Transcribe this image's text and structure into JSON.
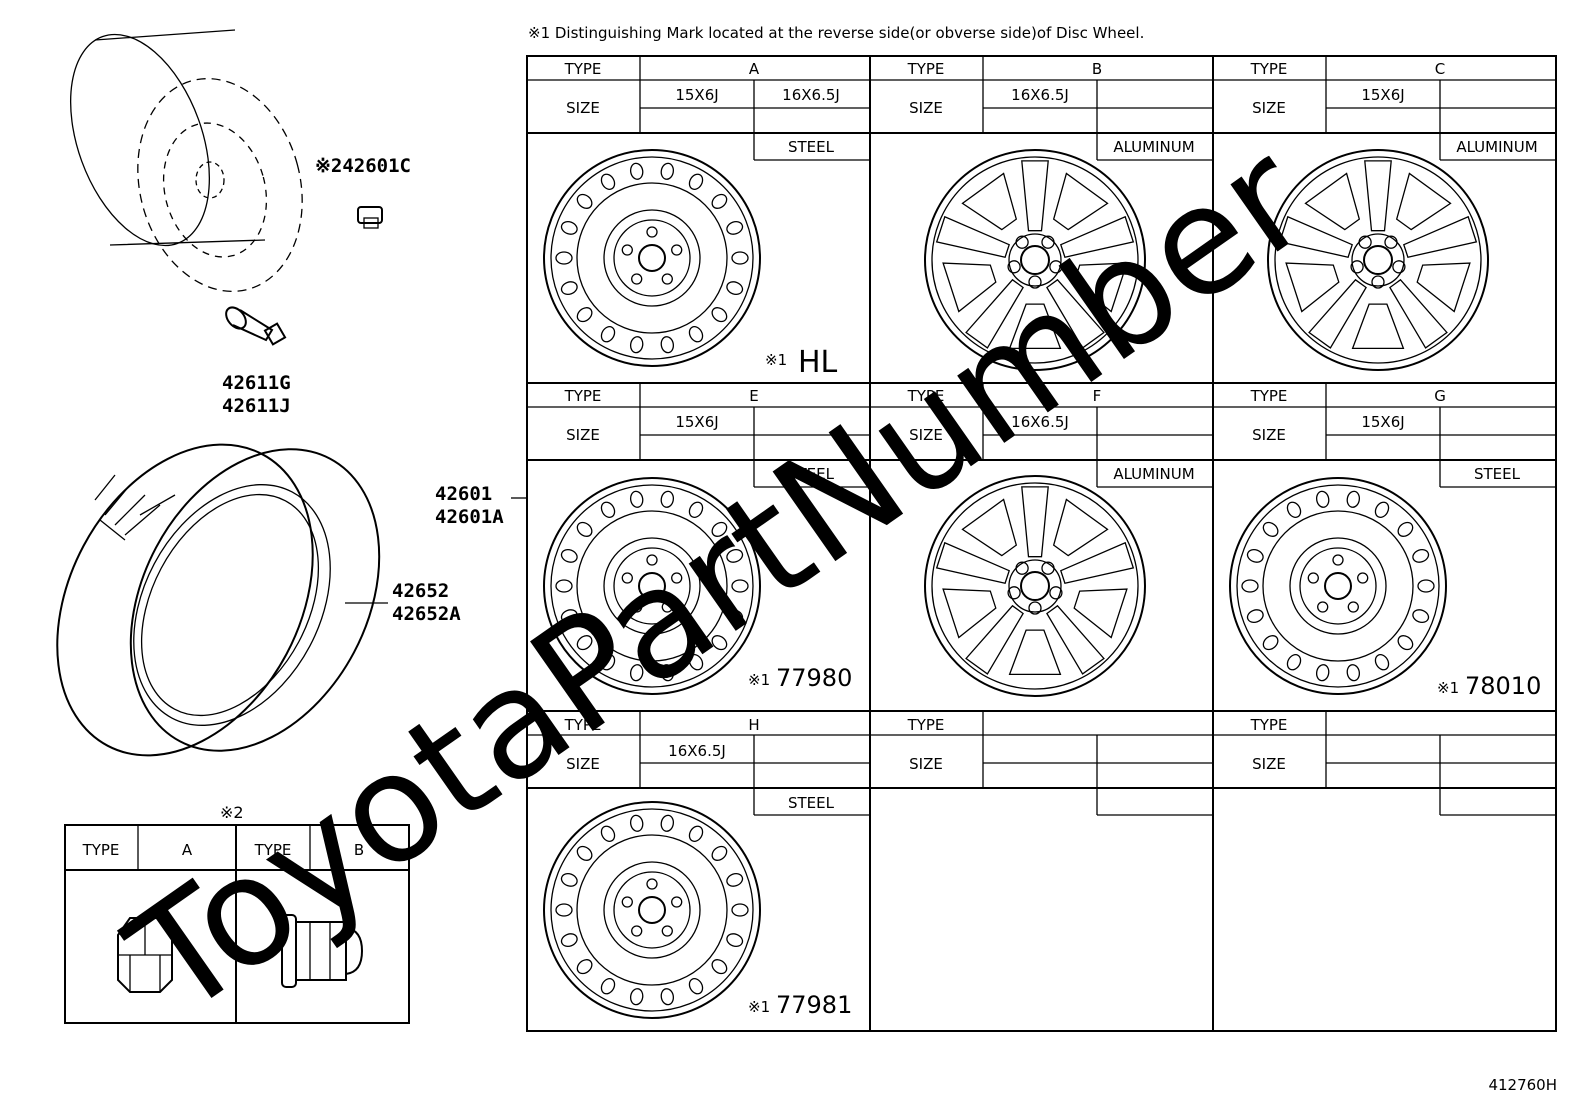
{
  "note": "※1 Distinguishing Mark located at the reverse side(or obverse side)of Disc Wheel.",
  "diagram_id": "412760H",
  "watermark": "ToyotaPartNumber",
  "parts": {
    "wheel_cap": "※242601C",
    "valve_1": "42611G",
    "valve_2": "42611J",
    "wheel_1": "42601",
    "wheel_2": "42601A",
    "tire_1": "42652",
    "tire_2": "42652A"
  },
  "table_labels": {
    "type": "TYPE",
    "size": "SIZE"
  },
  "wheels": {
    "a": {
      "type": "A",
      "size_1": "15X6J",
      "size_2": "16X6.5J",
      "material": "STEEL",
      "mark_sym": "※1",
      "mark": "HL"
    },
    "b": {
      "type": "B",
      "size_1": "16X6.5J",
      "material": "ALUMINUM"
    },
    "c": {
      "type": "C",
      "size_1": "15X6J",
      "material": "ALUMINUM"
    },
    "e": {
      "type": "E",
      "size_1": "15X6J",
      "material": "STEEL",
      "mark_sym": "※1",
      "mark": "77980"
    },
    "f": {
      "type": "F",
      "size_1": "16X6.5J",
      "material": "ALUMINUM"
    },
    "g": {
      "type": "G",
      "size_1": "15X6J",
      "material": "STEEL",
      "mark_sym": "※1",
      "mark": "78010"
    },
    "h": {
      "type": "H",
      "size_1": "16X6.5J",
      "material": "STEEL",
      "mark_sym": "※1",
      "mark": "77981"
    }
  },
  "nut_table": {
    "title": "※2",
    "type": "TYPE",
    "type_a": "A",
    "type_b": "B"
  }
}
